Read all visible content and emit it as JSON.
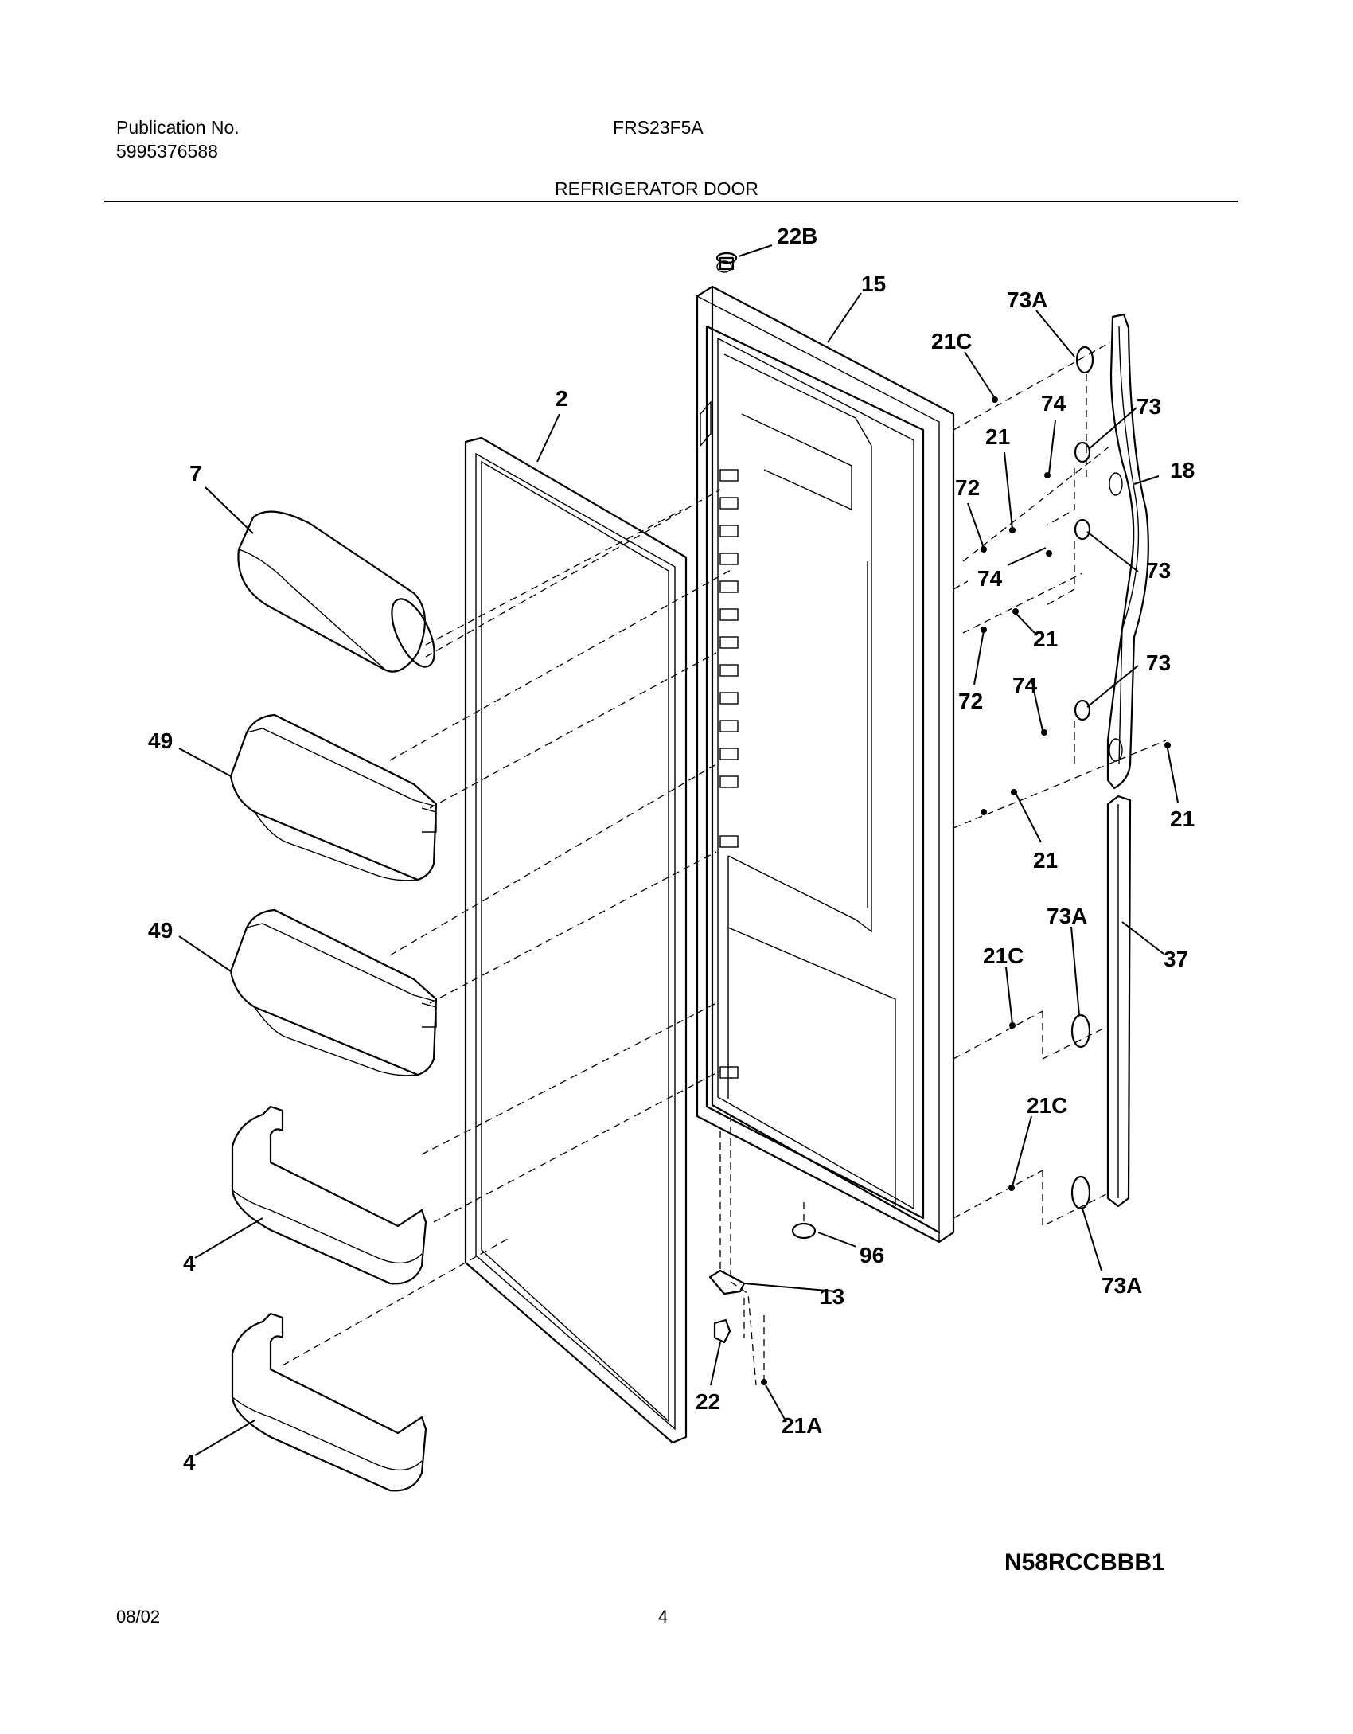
{
  "header": {
    "publication_label": "Publication No.",
    "publication_number": "5995376588",
    "model": "FRS23F5A",
    "section_title": "REFRIGERATOR DOOR"
  },
  "diagram_code": "N58RCCBBB1",
  "footer": {
    "date": "08/02",
    "page": "4"
  },
  "callouts": {
    "c22B": "22B",
    "c15": "15",
    "c73A_top": "73A",
    "c21C_top": "21C",
    "c2": "2",
    "c74_a": "74",
    "c73_a": "73",
    "c7": "7",
    "c21_a": "21",
    "c18": "18",
    "c72_a": "72",
    "c74_b": "74",
    "c73_b": "73",
    "c21_b": "21",
    "c73_c": "73",
    "c74_c": "74",
    "c72_b": "72",
    "c49_a": "49",
    "c21_c": "21",
    "c21_d": "21",
    "c73A_mid": "73A",
    "c49_b": "49",
    "c21C_mid": "21C",
    "c37": "37",
    "c21C_low": "21C",
    "c4_a": "4",
    "c96": "96",
    "c13": "13",
    "c73A_low": "73A",
    "c22": "22",
    "c21A": "21A",
    "c4_b": "4"
  }
}
